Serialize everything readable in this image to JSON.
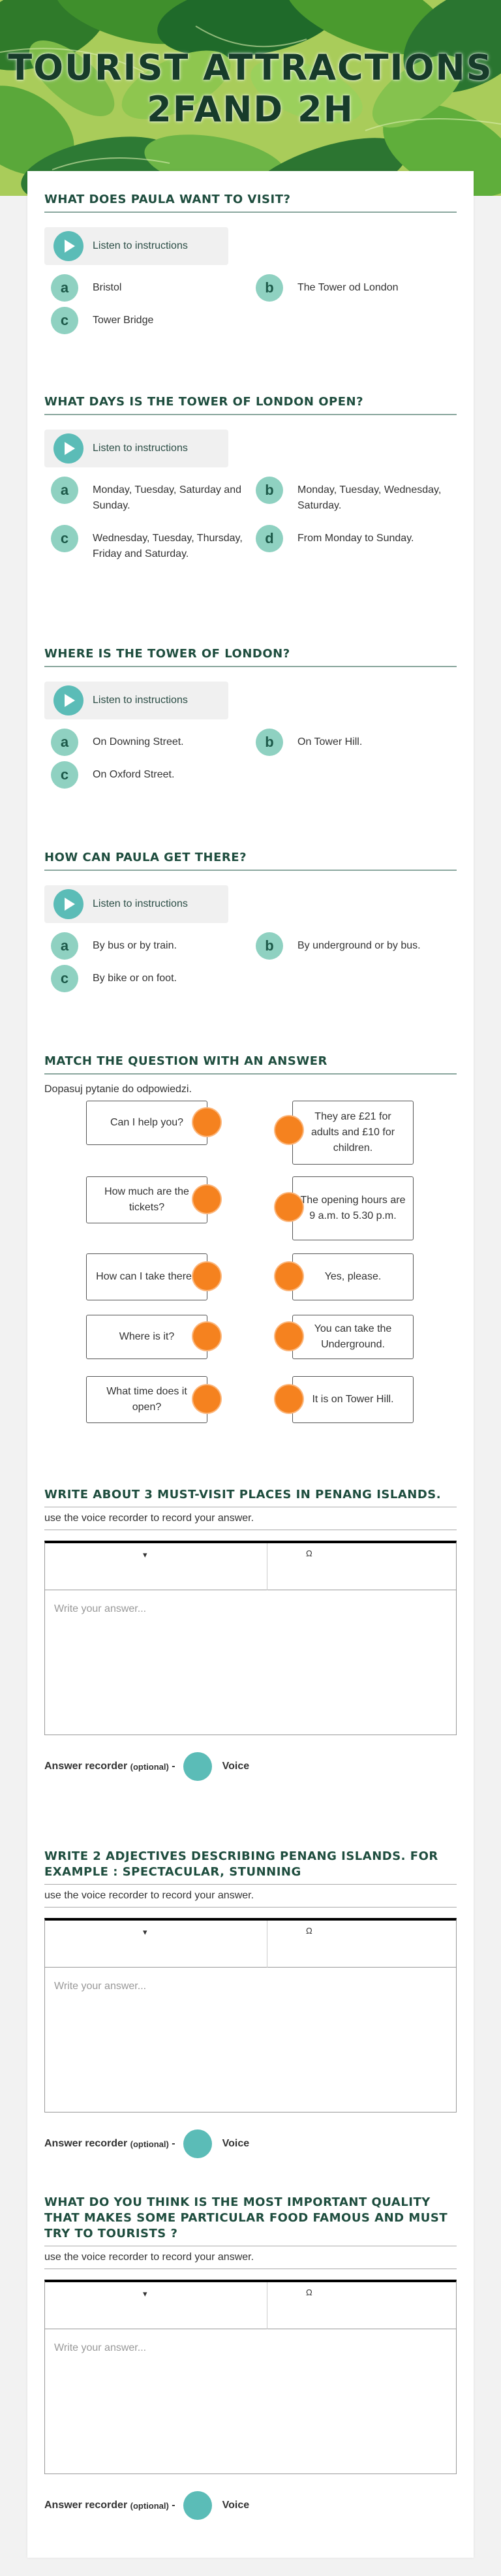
{
  "header": {
    "title_line1": "TOURIST ATTRACTIONS",
    "title_line2": "2FAND 2H"
  },
  "questions": [
    {
      "title": "WHAT DOES PAULA WANT TO VISIT?",
      "listen_label": "Listen to instructions",
      "options": [
        {
          "letter": "a",
          "text": "Bristol"
        },
        {
          "letter": "b",
          "text": "The Tower od London"
        },
        {
          "letter": "c",
          "text": "Tower Bridge"
        }
      ]
    },
    {
      "title": "WHAT DAYS IS THE TOWER OF LONDON OPEN?",
      "listen_label": "Listen to instructions",
      "options": [
        {
          "letter": "a",
          "text": "Monday, Tuesday, Saturday and Sunday."
        },
        {
          "letter": "b",
          "text": "Monday, Tuesday, Wednesday, Saturday."
        },
        {
          "letter": "c",
          "text": "Wednesday, Tuesday, Thursday, Friday and Saturday."
        },
        {
          "letter": "d",
          "text": "From Monday to Sunday."
        }
      ]
    },
    {
      "title": "WHERE IS THE TOWER OF LONDON?",
      "listen_label": "Listen to instructions",
      "options": [
        {
          "letter": "a",
          "text": "On Downing Street."
        },
        {
          "letter": "b",
          "text": "On Tower Hill."
        },
        {
          "letter": "c",
          "text": "On Oxford Street."
        }
      ]
    },
    {
      "title": "HOW CAN PAULA GET THERE?",
      "listen_label": "Listen to instructions",
      "options": [
        {
          "letter": "a",
          "text": "By bus or by train."
        },
        {
          "letter": "b",
          "text": "By underground or by bus."
        },
        {
          "letter": "c",
          "text": "By bike or on foot."
        }
      ]
    }
  ],
  "match": {
    "title": "MATCH THE QUESTION WITH AN ANSWER",
    "instructions": "Dopasuj pytanie do odpowiedzi.",
    "left": [
      "Can I help you?",
      "How much are the tickets?",
      "How can I take there?",
      "Where is it?",
      "What time does it open?"
    ],
    "right": [
      "They are £21 for adults and £10 for children.",
      "The opening hours are 9 a.m. to 5.30 p.m.",
      "Yes, please.",
      "You can take the Underground.",
      "It is on Tower Hill."
    ]
  },
  "writing": [
    {
      "title": "WRITE ABOUT 3 MUST-VISIT PLACES IN PENANG ISLANDS.",
      "instructions": "use the voice recorder to record your answer.",
      "toolbar_1": "▾",
      "toolbar_2": "Ω",
      "placeholder": "Write your answer...",
      "recorder_label": "Answer recorder",
      "recorder_optional": "(optional)",
      "recorder_dash": "-",
      "voice_label": "Voice"
    },
    {
      "title": "WRITE 2 ADJECTIVES DESCRIBING PENANG ISLANDS. FOR EXAMPLE : SPECTACULAR, STUNNING",
      "instructions": "use the voice recorder to record your answer.",
      "toolbar_1": "▾",
      "toolbar_2": "Ω",
      "placeholder": "Write your answer...",
      "recorder_label": "Answer recorder",
      "recorder_optional": "(optional)",
      "recorder_dash": "-",
      "voice_label": "Voice"
    },
    {
      "title": "WHAT DO YOU THINK IS THE MOST IMPORTANT QUALITY THAT MAKES SOME PARTICULAR FOOD FAMOUS AND MUST TRY TO TOURISTS ?",
      "instructions": "use the voice recorder to record your answer.",
      "toolbar_1": "▾",
      "toolbar_2": "Ω",
      "placeholder": "Write your answer...",
      "recorder_label": "Answer recorder",
      "recorder_optional": "(optional)",
      "recorder_dash": "-",
      "voice_label": "Voice"
    }
  ],
  "colors": {
    "accent_teal": "#5bbcb7",
    "bubble_green": "#8fd1c1",
    "match_orange": "#f5821f",
    "title_green": "#1e4d3e"
  }
}
